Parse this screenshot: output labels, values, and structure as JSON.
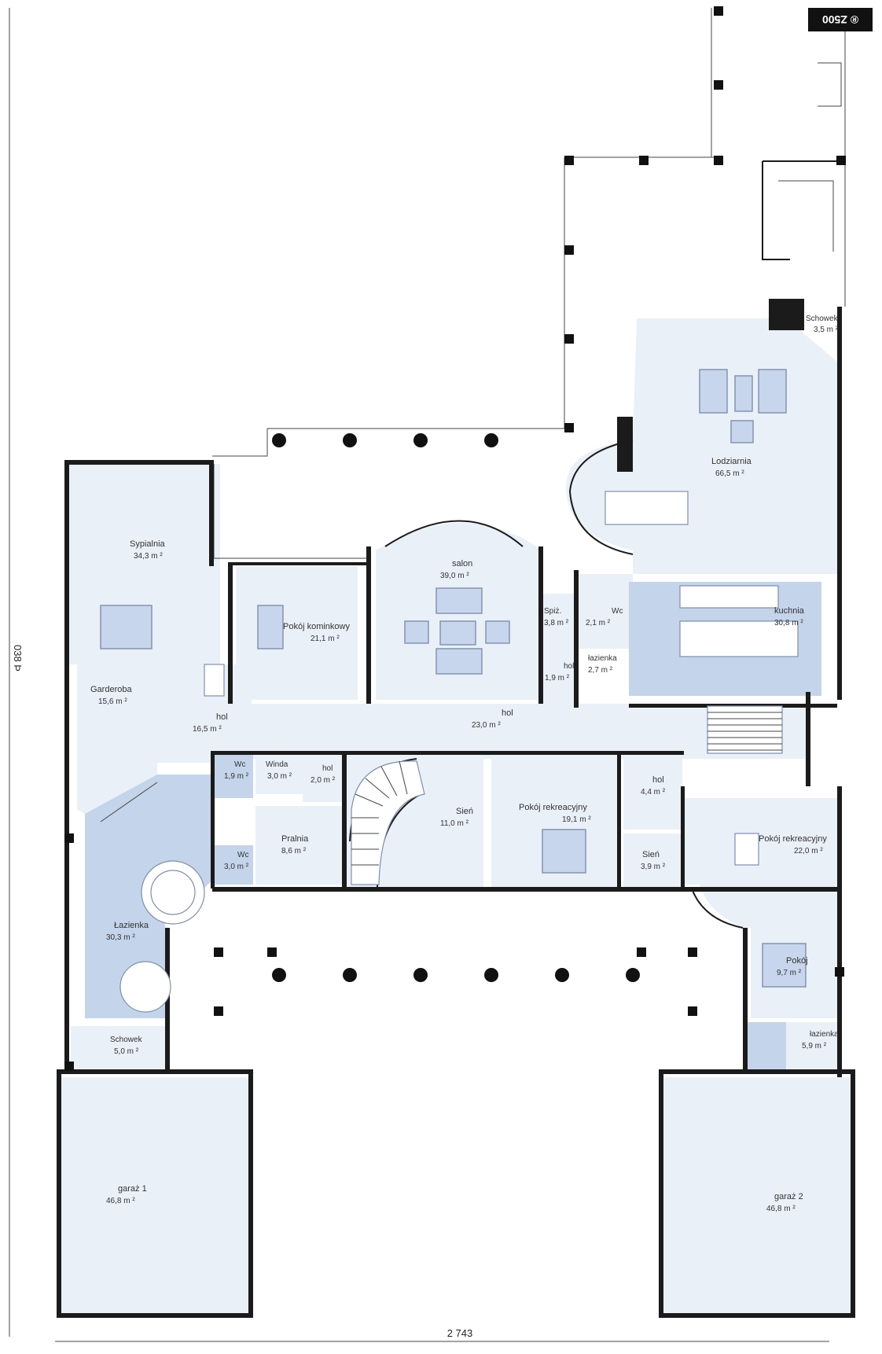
{
  "badge": "® Z500",
  "dimensions": {
    "width": "2 743",
    "height": "038 Þ"
  },
  "rooms": {
    "sypialnia": {
      "name": "Sypialnia",
      "area": "34,3 m ²"
    },
    "garderoba": {
      "name": "Garderoba",
      "area": "15,6 m ²"
    },
    "hol1": {
      "name": "hol",
      "area": "16,5 m ²"
    },
    "pokoj_kominkowy": {
      "name": "Pokój kominkowy",
      "area": "21,1 m ²"
    },
    "salon": {
      "name": "salon",
      "area": "39,0 m ²"
    },
    "spizarnia": {
      "name": "Spiż.",
      "area": "3,8 m ²"
    },
    "wc1": {
      "name": "Wc",
      "area": "2,1 m ²"
    },
    "hol_small": {
      "name": "hol",
      "area": "1,9 m ²"
    },
    "lazienka_small": {
      "name": "łazienka",
      "area": "2,7 m ²"
    },
    "kuchnia": {
      "name": "kuchnia",
      "area": "30,8 m ²"
    },
    "lodziarnia": {
      "name": "Lodziarnia",
      "area": "66,5 m ²"
    },
    "schowek_top": {
      "name": "Schowek",
      "area": "3,5 m ²"
    },
    "hol_main": {
      "name": "hol",
      "area": "23,0 m ²"
    },
    "wc2": {
      "name": "Wc",
      "area": "1,9 m ²"
    },
    "winda": {
      "name": "Winda",
      "area": "3,0 m ²"
    },
    "hol2": {
      "name": "hol",
      "area": "2,0 m ²"
    },
    "pralnia": {
      "name": "Pralnia",
      "area": "8,6 m ²"
    },
    "wc3": {
      "name": "Wc",
      "area": "3,0 m ²"
    },
    "sien": {
      "name": "Sień",
      "area": "11,0 m ²"
    },
    "pokoj_rek1": {
      "name": "Pokój rekreacyjny",
      "area": "19,1 m ²"
    },
    "hol3": {
      "name": "hol",
      "area": "4,4 m ²"
    },
    "sien2": {
      "name": "Sień",
      "area": "3,9 m ²"
    },
    "pokoj_rek2": {
      "name": "Pokój rekreacyjny",
      "area": "22,0 m ²"
    },
    "lazienka_big": {
      "name": "Łazienka",
      "area": "30,3 m ²"
    },
    "pokoj": {
      "name": "Pokój",
      "area": "9,7 m ²"
    },
    "lazienka3": {
      "name": "łazienka",
      "area": "5,9 m ²"
    },
    "schowek_bottom": {
      "name": "Schowek",
      "area": "5,0 m ²"
    },
    "garaz1": {
      "name": "garaż 1",
      "area": "46,8 m ²"
    },
    "garaz2": {
      "name": "garaż 2",
      "area": "46,8 m ²"
    }
  },
  "colors": {
    "room": "#eaf0f8",
    "room_dark": "#c4d4ea",
    "wall": "#1b1b1b",
    "furniture": "#c7d6ec"
  }
}
